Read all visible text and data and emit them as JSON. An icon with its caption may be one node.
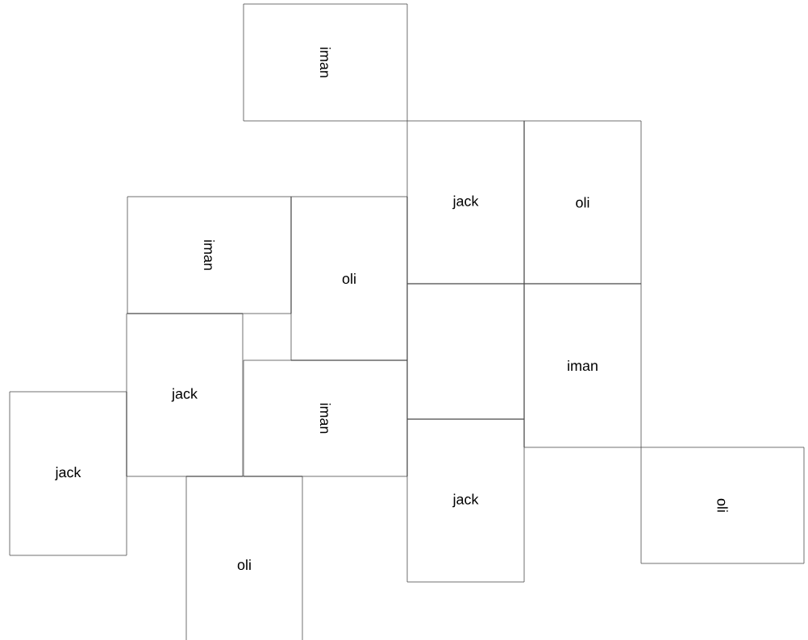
{
  "diagram": {
    "nodes": [
      {
        "text": [
          "iman"
        ]
      },
      {
        "text": [
          "jack"
        ]
      },
      {
        "text": [
          "oli"
        ]
      },
      {
        "text": [
          "iman"
        ]
      },
      {
        "text": [
          "oli"
        ]
      },
      {
        "text": [],
        "shape": "box"
      },
      {
        "text": [
          "iman"
        ]
      },
      {
        "text": [
          "jack"
        ]
      },
      {
        "text": [
          "iman"
        ]
      },
      {
        "text": [
          "jack"
        ]
      },
      {
        "text": [
          "jack"
        ]
      },
      {
        "text": [
          "oli"
        ]
      },
      {
        "text": [
          "oli"
        ]
      }
    ]
  }
}
